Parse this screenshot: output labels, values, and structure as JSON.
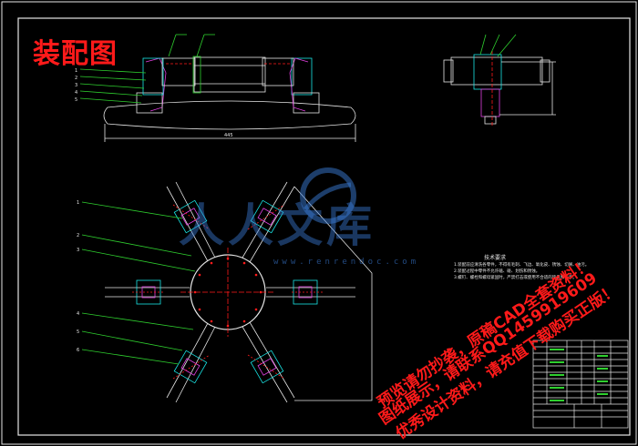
{
  "drawing": {
    "title": "装配图",
    "dimension_top": "445",
    "notes_title": "技术要求",
    "notes": [
      "1.装配前应清洗各零件，不得有毛刺、飞边、氧化皮、锈蚀、切屑、油污。",
      "2.装配过程中零件不允许磕、碰、划伤和锈蚀。",
      "3.螺钉、螺栓和螺母紧固时，严禁打击或使用不合适的旋具和扳手。"
    ],
    "left_callouts": [
      "1",
      "2",
      "3",
      "4",
      "5"
    ],
    "bottom_callouts": [
      "1",
      "2",
      "3",
      "4",
      "5",
      "6"
    ]
  },
  "watermark": {
    "brand": "人人文库",
    "url": "www.renrendoc.com"
  },
  "promo_lines": [
    "预览请勿抄袭，原稿CAD全套资料！",
    "图纸展示，请联系QQ1459919609",
    "优秀设计资料，请充值下载购买正版！"
  ],
  "colors": {
    "background": "#000000",
    "line_white": "#e6e6e6",
    "red": "#ff1a1a",
    "green": "#2fd02f",
    "cyan": "#19e6e6",
    "magenta": "#e040e0",
    "watermark": "#3a7bd5"
  }
}
